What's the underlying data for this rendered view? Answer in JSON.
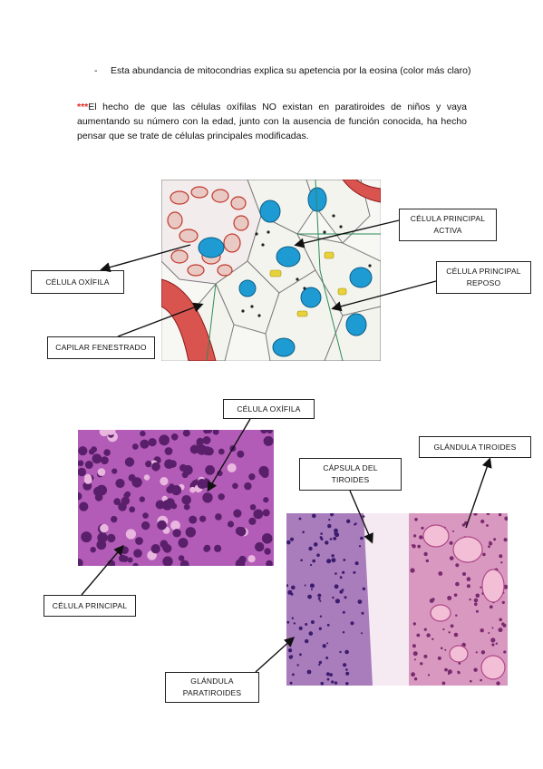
{
  "text": {
    "bullet_dash": "-",
    "bullet": "Esta abundancia de mitocondrias explica su apetencia por la eosina (color más claro)",
    "para_marker": "***",
    "para": "El hecho de que las células oxífilas NO existan en paratiroides de niños y vaya aumentando su número con la edad, junto con la ausencia de función conocida, ha hecho pensar que se trate de células principales modificadas."
  },
  "diagram_labels": {
    "principal_activa": "CÉLULA PRINCIPAL ACTIVA",
    "oxifila": "CÉLULA OXÍFILA",
    "principal_reposo": "CÉLULA PRINCIPAL REPOSO",
    "capilar": "CAPILAR FENESTRADO"
  },
  "histo_labels": {
    "oxifila": "CÉLULA OXÍFILA",
    "principal": "CÉLULA PRINCIPAL",
    "capsula": "CÁPSULA DEL TIROIDES",
    "tiroides": "GLÁNDULA TIROIDES",
    "paratiroides": "GLÁNDULA PARATIROIDES"
  },
  "colors": {
    "nucleus": "#1f9bd3",
    "mitochondria": "#c0392b",
    "stain_purple": "#a24aa8",
    "stain_pink": "#e6a0c6",
    "arrow": "#111111"
  }
}
